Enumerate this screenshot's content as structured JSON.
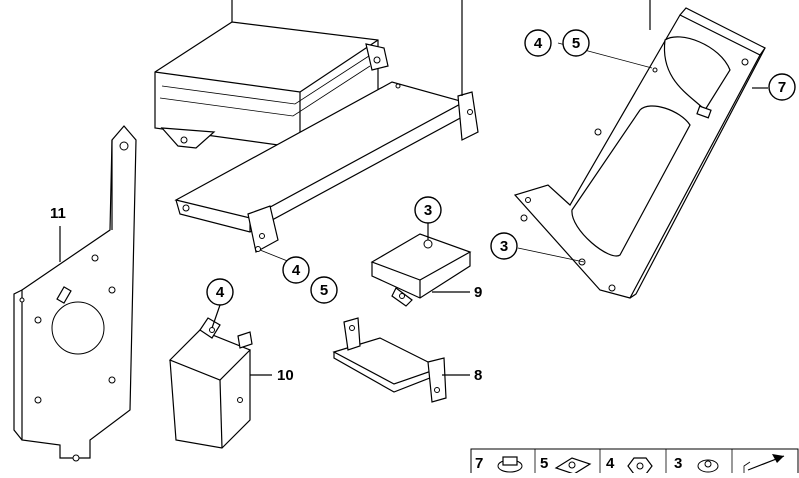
{
  "callouts": {
    "c11": "11",
    "c4a": "4",
    "c5a": "5",
    "c3a": "3",
    "c9": "9",
    "c4b": "4",
    "c10": "10",
    "c8": "8",
    "c4c": "4",
    "c5c": "5",
    "c7": "7",
    "c3c": "3"
  },
  "inset": {
    "cells": [
      {
        "num": "7",
        "icon": "bolt-icon"
      },
      {
        "num": "5",
        "icon": "clip-nut-icon"
      },
      {
        "num": "4",
        "icon": "hex-nut-icon"
      },
      {
        "num": "3",
        "icon": "screw-icon"
      },
      {
        "num": "",
        "icon": "arrow-icon"
      }
    ]
  }
}
